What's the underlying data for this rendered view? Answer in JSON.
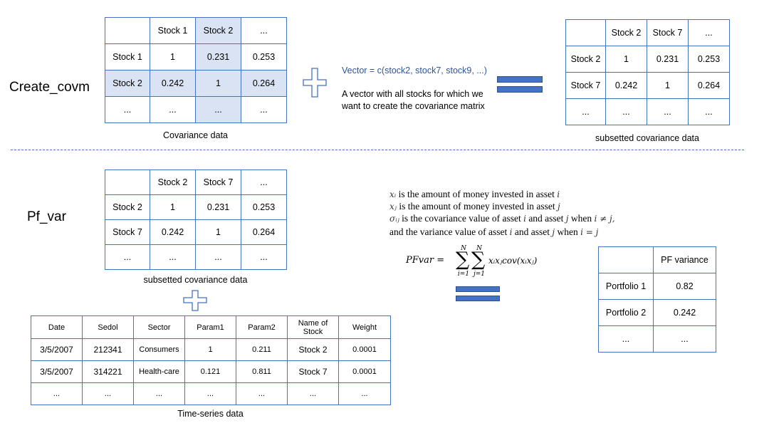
{
  "sections": {
    "top_label": "Create_covm",
    "bottom_label": "Pf_var"
  },
  "cov_table": {
    "header": [
      "",
      "Stock 1",
      "Stock 2",
      "..."
    ],
    "rows": [
      [
        "Stock 1",
        "1",
        "0.231",
        "0.253"
      ],
      [
        "Stock 2",
        "0.242",
        "1",
        "0.264"
      ],
      [
        "...",
        "...",
        "...",
        "..."
      ]
    ],
    "caption": "Covariance data"
  },
  "vector": {
    "code": "Vector = c(stock2, stock7, stock9, ...)",
    "desc_line1": "A vector with all stocks for which we",
    "desc_line2": "want to create the covariance matrix"
  },
  "subset_table": {
    "header": [
      "",
      "Stock 2",
      "Stock 7",
      "..."
    ],
    "rows": [
      [
        "Stock 2",
        "1",
        "0.231",
        "0.253"
      ],
      [
        "Stock 7",
        "0.242",
        "1",
        "0.264"
      ],
      [
        "...",
        "...",
        "...",
        "..."
      ]
    ],
    "caption": "subsetted covariance data"
  },
  "subset_table2": {
    "header": [
      "",
      "Stock 2",
      "Stock 7",
      "..."
    ],
    "rows": [
      [
        "Stock 2",
        "1",
        "0.231",
        "0.253"
      ],
      [
        "Stock 7",
        "0.242",
        "1",
        "0.264"
      ],
      [
        "...",
        "...",
        "...",
        "..."
      ]
    ],
    "caption": "subsetted covariance data"
  },
  "ts_table": {
    "header": [
      "Date",
      "Sedol",
      "Sector",
      "Param1",
      "Param2",
      "Name of Stock",
      "Weight"
    ],
    "rows": [
      [
        "3/5/2007",
        "212341",
        "Consumers",
        "1",
        "0.211",
        "Stock 2",
        "0.0001"
      ],
      [
        "3/5/2007",
        "314221",
        "Health-care",
        "0.121",
        "0.811",
        "Stock 7",
        "0.0001"
      ],
      [
        "...",
        "...",
        "...",
        "...",
        "...",
        "...",
        "..."
      ]
    ],
    "caption": "Time-series data"
  },
  "math": {
    "line1_var": "xᵢ",
    "line1_text": "is the amount of money invested in asset",
    "line1_end": "i",
    "line2_var": "xⱼ",
    "line2_text": "is the amount of money invested in asset",
    "line2_end": "j",
    "line3_var": "σᵢⱼ",
    "line3_text": "is the covariance value of asset",
    "line3_mid": "i",
    "line3_and": "and asset",
    "line3_j": "j",
    "line3_when": "when",
    "line3_cond": "i ≠ j,",
    "line4_text": "and the variance value of asset",
    "line4_i": "i",
    "line4_and": "and asset",
    "line4_j": "j",
    "line4_when": "when",
    "line4_cond": "i = j",
    "formula_lhs": "PFvar =",
    "sum_top": "N",
    "sum_bottom_i": "i=1",
    "sum_bottom_j": "j=1",
    "formula_body": "xᵢxⱼcov(xᵢxⱼ)"
  },
  "pf_table": {
    "header": [
      "",
      "PF variance"
    ],
    "rows": [
      [
        "Portfolio 1",
        "0.82"
      ],
      [
        "Portfolio 2",
        "0.242"
      ],
      [
        "...",
        "..."
      ]
    ]
  },
  "colors": {
    "accent": "#4472c4",
    "highlight": "#dae3f3"
  }
}
